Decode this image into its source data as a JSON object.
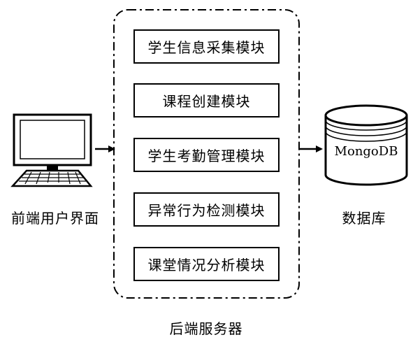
{
  "modules": [
    {
      "label": "学生信息采集模块"
    },
    {
      "label": "课程创建模块"
    },
    {
      "label": "学生考勤管理模块"
    },
    {
      "label": "异常行为检测模块"
    },
    {
      "label": "课堂情况分析模块"
    }
  ],
  "client": {
    "label": "前端用户界面",
    "icon": "computer-icon"
  },
  "server": {
    "label": "后端服务器"
  },
  "database": {
    "label": "数据库",
    "name": "MongoDB",
    "icon": "database-cylinder-icon"
  },
  "connections": [
    {
      "from": "前端用户界面",
      "to": "后端服务器"
    },
    {
      "from": "后端服务器",
      "to": "数据库"
    }
  ]
}
